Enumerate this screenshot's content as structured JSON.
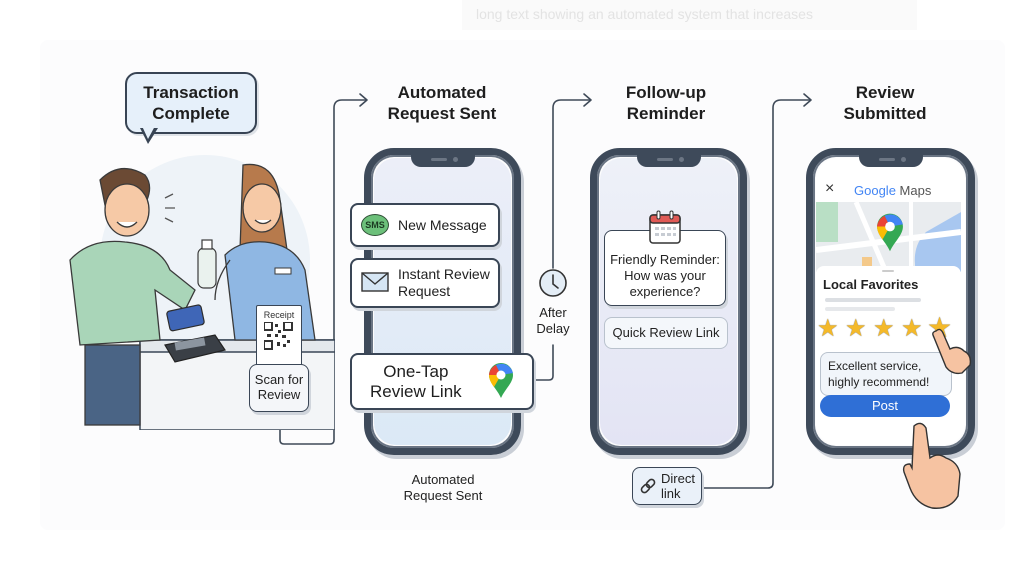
{
  "faint_caption": "long text showing an automated system that increases",
  "steps": [
    {
      "title": "Transaction Complete"
    },
    {
      "title_line1": "Automated",
      "title_line2": "Request Sent"
    },
    {
      "title_line1": "Follow-up",
      "title_line2": "Reminder"
    },
    {
      "title_line1": "Review",
      "title_line2": "Submitted"
    }
  ],
  "transaction": {
    "bubble_line1": "Transaction",
    "bubble_line2": "Complete",
    "receipt_label": "Receipt",
    "scan_line1": "Scan for",
    "scan_line2": "Review"
  },
  "request_phone": {
    "sms_badge": "SMS",
    "new_message": "New Message",
    "instant_line1": "Instant Review",
    "instant_line2": "Request",
    "onetap_line1": "One-Tap",
    "onetap_line2": "Review Link",
    "caption_line1": "Automated",
    "caption_line2": "Request Sent"
  },
  "delay": {
    "line1": "After",
    "line2": "Delay"
  },
  "reminder_phone": {
    "line1": "Friendly Reminder:",
    "line2": "How was your",
    "line3": "experience?",
    "quick_link": "Quick Review Link",
    "direct_line1": "Direct",
    "direct_line2": "link"
  },
  "review_phone": {
    "close": "×",
    "app_name_google": "Google",
    "app_name_maps": "Maps",
    "place_name": "Local Favorites",
    "rating": 5,
    "rating_max": 5,
    "review_line1": "Excellent service,",
    "review_line2": "highly recommend!",
    "post_label": "Post"
  },
  "colors": {
    "outline": "#3e4a5a",
    "accent_blue": "#2f6fd6",
    "star": "#f4b92a",
    "sms_green": "#6cc07a"
  }
}
